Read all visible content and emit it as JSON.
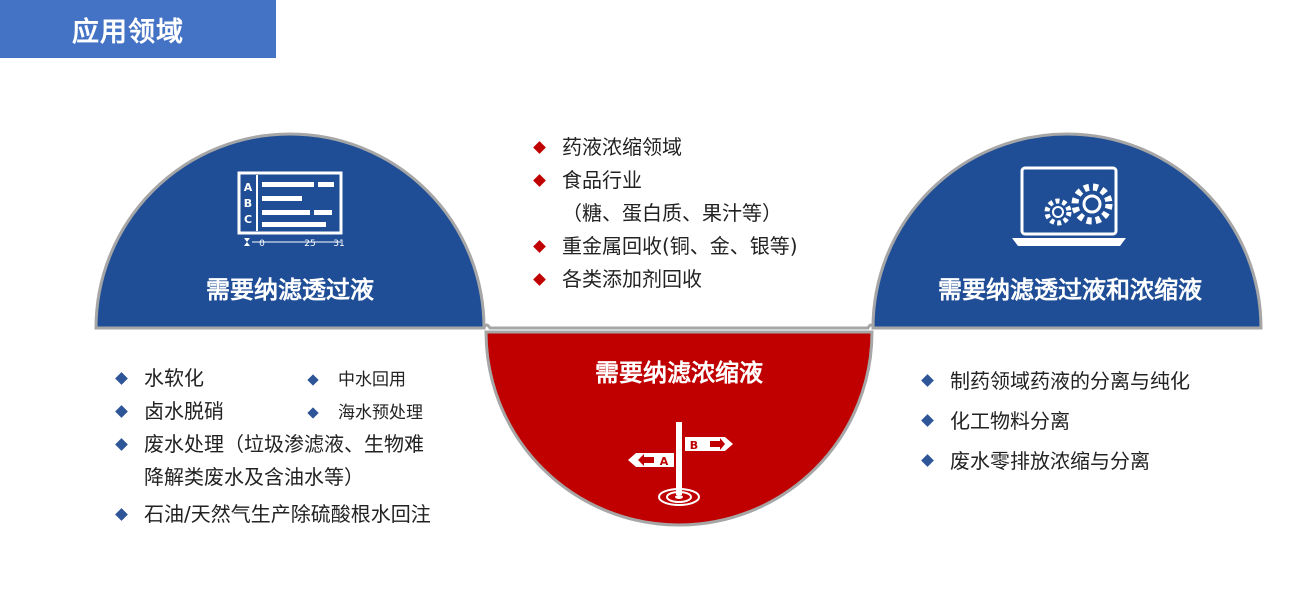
{
  "header": {
    "title": "应用领域"
  },
  "left_section": {
    "label": "需要纳滤透过液",
    "list_a": [
      "水软化",
      "卤水脱硝",
      "废水处理（垃圾渗滤液、生物难",
      "降解类废水及含油水等）",
      "石油/天然气生产除硫酸根水回注"
    ],
    "list_b": [
      "中水回用",
      "海水预处理"
    ]
  },
  "center_section": {
    "label": "需要纳滤浓缩液",
    "list": [
      "药液浓缩领域",
      "食品行业",
      "（糖、蛋白质、果汁等）",
      "重金属回收(铜、金、银等)",
      "各类添加剂回收"
    ]
  },
  "right_section": {
    "label": "需要纳滤透过液和浓缩液",
    "list": [
      "制药领域药液的分离与纯化",
      "化工物料分离",
      "废水零排放浓缩与分离"
    ]
  },
  "icons": {
    "left": "chart-document-icon",
    "center": "signpost-target-icon",
    "right": "laptop-gears-icon",
    "chart_letters": [
      "A",
      "B",
      "C"
    ],
    "chart_ticks": [
      "0",
      "25",
      "31"
    ],
    "sign_letters": [
      "A",
      "B"
    ]
  },
  "colors": {
    "blue": "#1f4e96",
    "red": "#c00000",
    "title_bar": "#4472c4",
    "bullet_blue": "#2e5597",
    "bullet_red": "#c00000",
    "outline": "#a6a6a6"
  }
}
